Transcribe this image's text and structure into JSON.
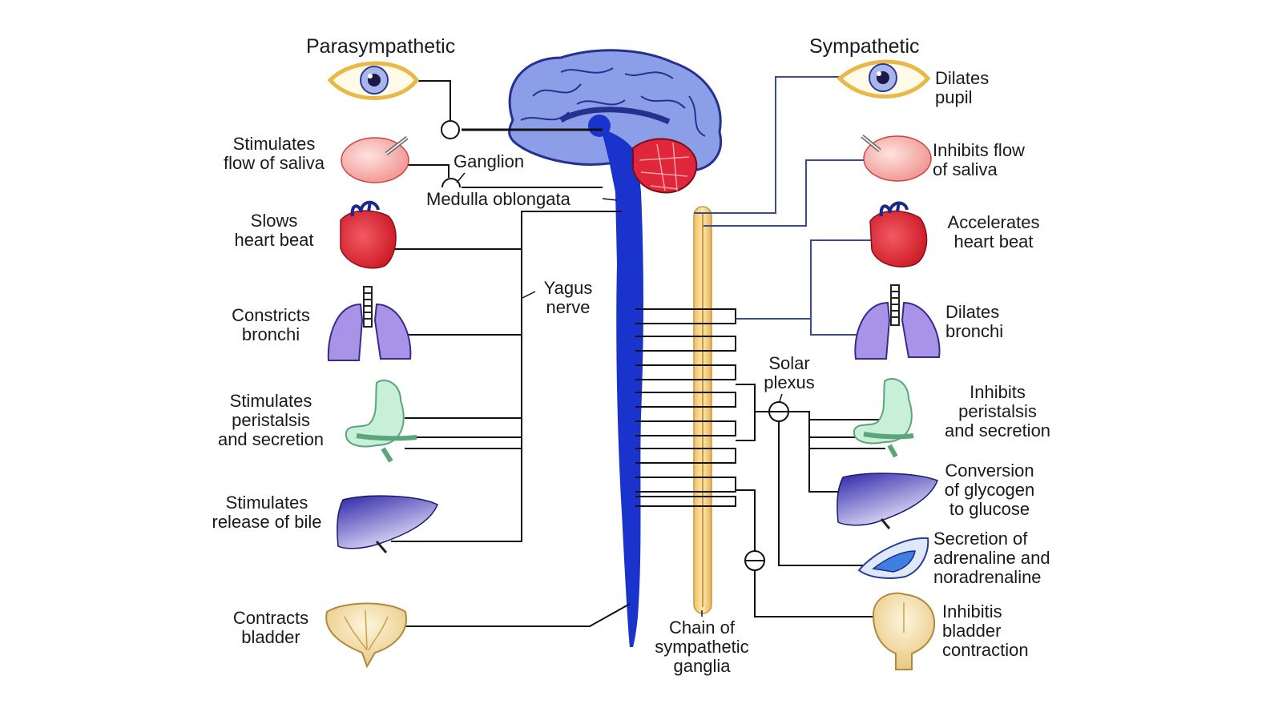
{
  "headings": {
    "left": "Parasympathetic",
    "right": "Sympathetic"
  },
  "parasympathetic": [
    {
      "organ": "eye",
      "label": ""
    },
    {
      "organ": "salivary-gland",
      "label": "Stimulates\nflow of saliva"
    },
    {
      "organ": "heart",
      "label": "Slows\nheart beat"
    },
    {
      "organ": "lungs",
      "label": "Constricts\nbronchi"
    },
    {
      "organ": "stomach",
      "label": "Stimulates\nperistalsis\nand secretion"
    },
    {
      "organ": "liver",
      "label": "Stimulates\nrelease of bile"
    },
    {
      "organ": "bladder",
      "label": "Contracts\nbladder"
    }
  ],
  "sympathetic": [
    {
      "organ": "eye",
      "label": "Dilates\npupil"
    },
    {
      "organ": "salivary-gland",
      "label": "Inhibits flow\nof saliva"
    },
    {
      "organ": "heart",
      "label": "Accelerates\nheart beat"
    },
    {
      "organ": "lungs",
      "label": "Dilates\nbronchi"
    },
    {
      "organ": "stomach",
      "label": "Inhibits\nperistalsis\nand secretion"
    },
    {
      "organ": "liver",
      "label": "Conversion\nof glycogen\nto glucose"
    },
    {
      "organ": "adrenal-gland",
      "label": "Secretion of\nadrenaline and\nnoradrenaline"
    },
    {
      "organ": "bladder",
      "label": "Inhibitis\nbladder\ncontraction"
    }
  ],
  "structures": {
    "ganglion": "Ganglion",
    "medulla": "Medulla oblongata",
    "vagus": "Yagus\nnerve",
    "solar_plexus": "Solar\nplexus",
    "chain": "Chain of\nsympathetic\nganglia"
  },
  "colors": {
    "brain": "#8c9ee8",
    "brain_outline": "#26308f",
    "cerebellum": "#e0263a",
    "spinal_cord": "#1a33cc",
    "ganglia_chain": "#f4cf7f",
    "nerve_line": "#111111",
    "symp_line": "#3a4a9a",
    "eye_iris": "#a9b6ea",
    "saliva_gland": "#f2aaa6",
    "heart": "#e3293a",
    "lungs": "#a893e8",
    "stomach": "#c8efd8",
    "liver": "#3a31b2",
    "adrenal": "#3f7fe0",
    "bladder": "#f3e1b0"
  }
}
